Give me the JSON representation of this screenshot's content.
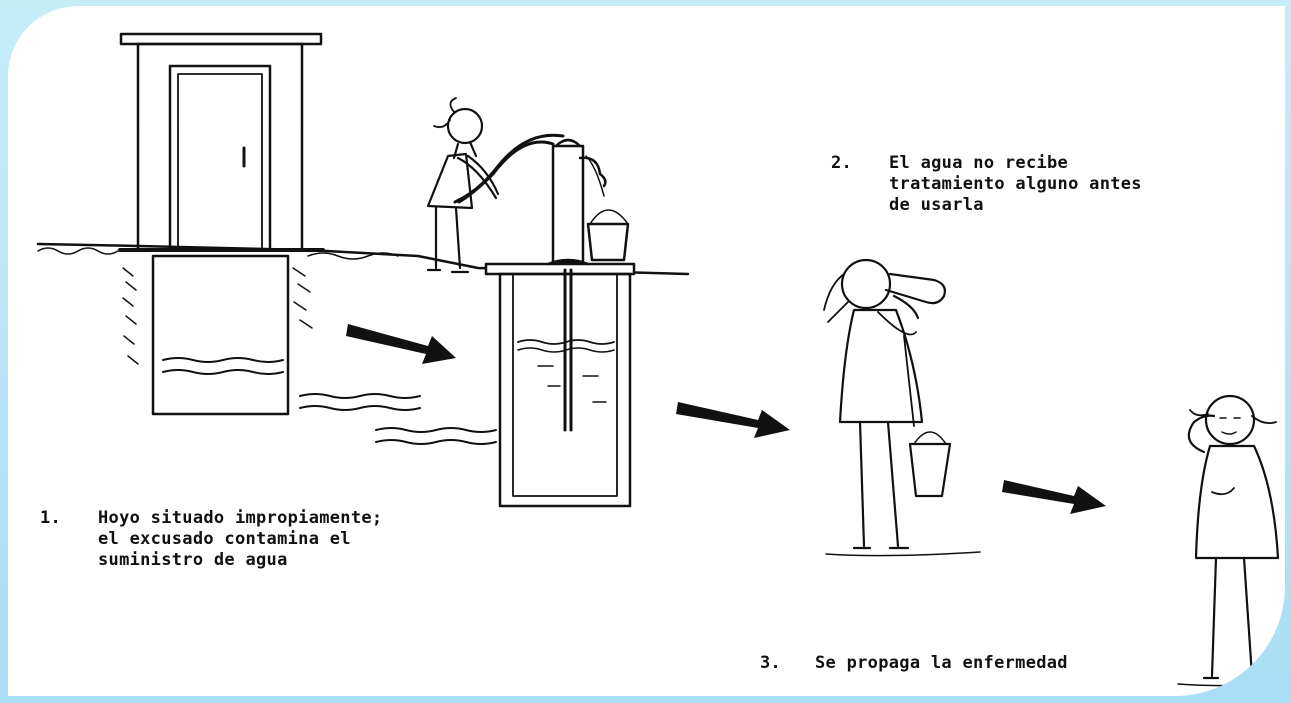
{
  "captions": {
    "step1": {
      "number": "1.",
      "lines": [
        "Hoyo situado impropiamente;",
        "el excusado contamina el",
        "suministro de agua"
      ]
    },
    "step2": {
      "number": "2.",
      "lines": [
        "El agua no recibe",
        "tratamiento alguno antes",
        "de usarla"
      ]
    },
    "step3": {
      "number": "3.",
      "text": "Se propaga la enfermedad"
    }
  },
  "colors": {
    "frame": "#b9e6f5",
    "panel": "#ffffff",
    "ink": "#111111"
  },
  "figures": [
    "latrine",
    "hand-pump-well",
    "child-pumping",
    "arrow",
    "child-drinking",
    "sick-child"
  ]
}
